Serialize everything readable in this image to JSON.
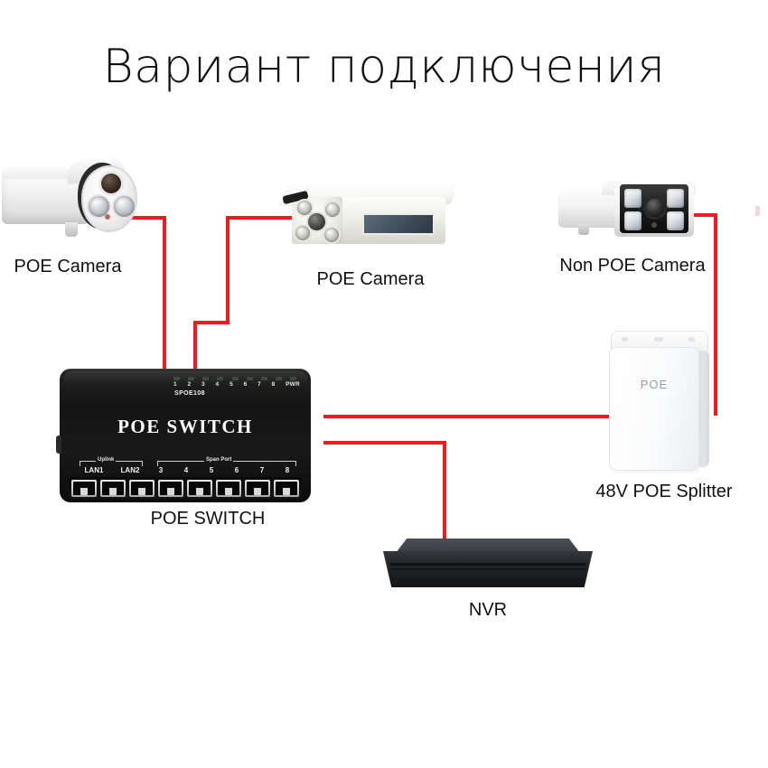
{
  "title": "Вариант подключения",
  "devices": {
    "camera1": {
      "label": "POE Camera",
      "type": "bullet-camera"
    },
    "camera2": {
      "label": "POE Camera",
      "type": "box-camera"
    },
    "camera3": {
      "label": "Non POE Camera",
      "type": "bullet-camera-black-face"
    },
    "switch": {
      "label": "POE SWITCH",
      "brand_text": "POE SWITCH",
      "model": "SPOE108",
      "led_numbers": [
        "1",
        "2",
        "3",
        "4",
        "5",
        "6",
        "7",
        "8",
        "PWR"
      ],
      "bracket_uplink": "Uplink",
      "bracket_span": "Span Port",
      "port_labels": [
        "LAN1",
        "LAN2",
        "3",
        "4",
        "5",
        "6",
        "7",
        "8"
      ]
    },
    "splitter": {
      "label": "48V POE Splitter",
      "face_text": "POE"
    },
    "nvr": {
      "label": "NVR"
    }
  },
  "colors": {
    "cable": "#ee1c1c",
    "background": "#ffffff",
    "text": "#111111",
    "switch_body": "#141414",
    "nvr_body": "#26282b"
  },
  "cables": [
    {
      "name": "camera1-to-switch"
    },
    {
      "name": "camera2-to-switch"
    },
    {
      "name": "camera3-to-splitter"
    },
    {
      "name": "switch-to-splitter"
    },
    {
      "name": "switch-to-nvr"
    }
  ]
}
